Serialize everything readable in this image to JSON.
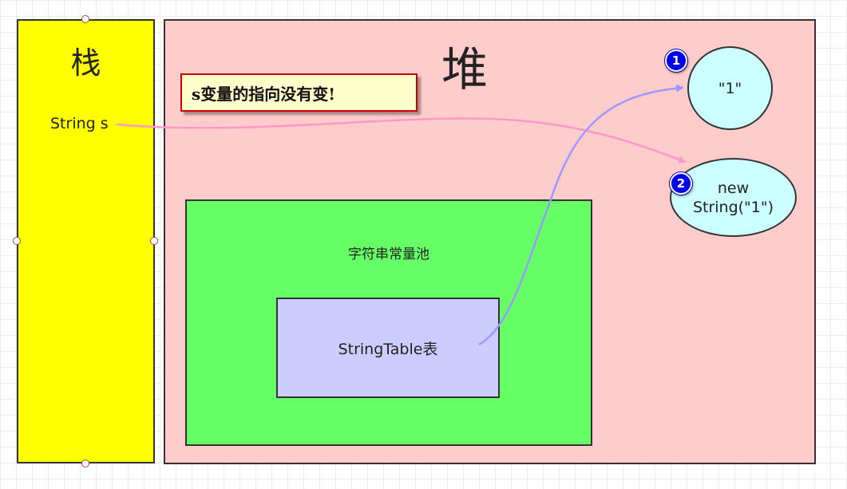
{
  "stack": {
    "title": "栈",
    "variable": "String s"
  },
  "heap": {
    "title": "堆"
  },
  "callout": {
    "text": "s变量的指向没有变!"
  },
  "string_pool": {
    "label": "字符串常量池"
  },
  "string_table": {
    "label": "StringTable表"
  },
  "objects": [
    {
      "badge": "1",
      "lines": [
        "\"1\""
      ]
    },
    {
      "badge": "2",
      "lines": [
        "new",
        "String(\"1\")"
      ]
    }
  ],
  "colors": {
    "stack": "#ffff00",
    "heap": "#ffcccc",
    "pool": "#66ff66",
    "table": "#ccccff",
    "object": "#ccffff",
    "callout_border": "#cc0000",
    "badge": "#0000ee",
    "arrow_reference": "#ff99cc",
    "arrow_table": "#9999ff"
  }
}
